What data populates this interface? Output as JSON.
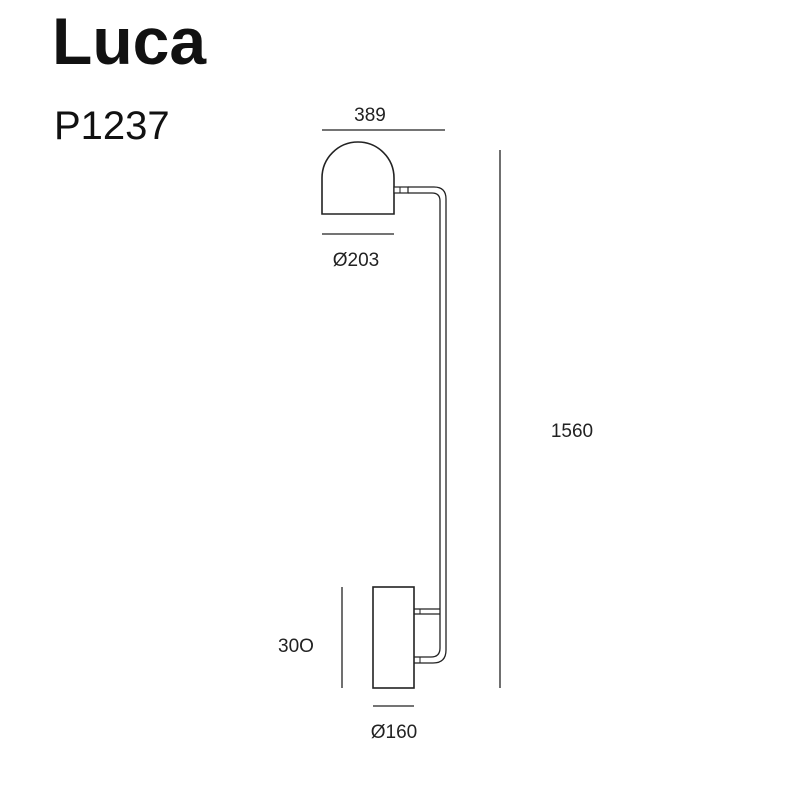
{
  "product": {
    "name": "Luca",
    "code": "P1237"
  },
  "dimensions": {
    "total_width": "389",
    "shade_diameter": "Ø203",
    "total_height": "1560",
    "base_height": "30O",
    "base_diameter": "Ø160"
  },
  "colors": {
    "line": "#222222",
    "text": "#111111",
    "background": "#ffffff"
  }
}
